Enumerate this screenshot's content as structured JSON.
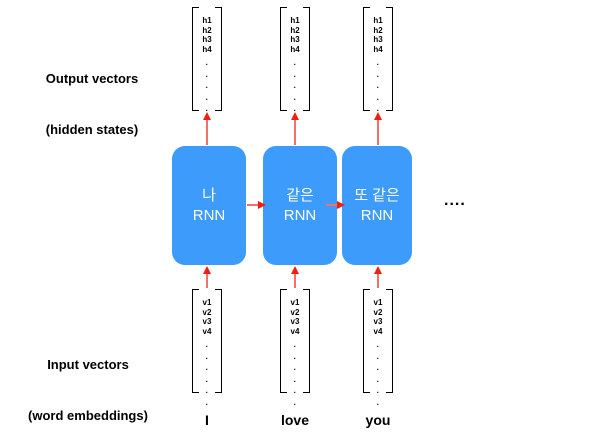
{
  "diagram": {
    "title": "RNN unrolled over time with input word embeddings and output hidden states",
    "colors": {
      "cell_fill": "#3d9bfb",
      "cell_text": "#ffffff",
      "arrow_shaft": "#f4706b",
      "arrow_head": "#f01e0e",
      "text": "#000000",
      "background": "#ffffff"
    },
    "labels": {
      "output_line1": "Output vectors",
      "output_line2": "(hidden states)",
      "input_line1": "Input vectors",
      "input_line2": "(word embeddings)"
    },
    "ellipsis": "....",
    "output_vectors": [
      {
        "entries": [
          "h1",
          "h2",
          "h3",
          "h4"
        ],
        "dots": [
          "·",
          "·",
          "·",
          "·",
          "·",
          "·"
        ]
      },
      {
        "entries": [
          "h1",
          "h2",
          "h3",
          "h4"
        ],
        "dots": [
          "·",
          "·",
          "·",
          "·",
          "·",
          "·"
        ]
      },
      {
        "entries": [
          "h1",
          "h2",
          "h3",
          "h4"
        ],
        "dots": [
          "·",
          "·",
          "·",
          "·",
          "·",
          "·"
        ]
      }
    ],
    "input_vectors": [
      {
        "entries": [
          "v1",
          "v2",
          "v3",
          "v4"
        ],
        "dots": [
          "·",
          "·",
          "·",
          "·",
          "·",
          "·"
        ]
      },
      {
        "entries": [
          "v1",
          "v2",
          "v3",
          "v4"
        ],
        "dots": [
          "·",
          "·",
          "·",
          "·",
          "·",
          "·"
        ]
      },
      {
        "entries": [
          "v1",
          "v2",
          "v3",
          "v4"
        ],
        "dots": [
          "·",
          "·",
          "·",
          "·",
          "·",
          "·"
        ]
      }
    ],
    "cells": [
      {
        "korean": "나",
        "name": "RNN"
      },
      {
        "korean": "같은",
        "name": "RNN"
      },
      {
        "korean": "또 같은",
        "name": "RNN"
      }
    ],
    "words": [
      "I",
      "love",
      "you"
    ]
  }
}
